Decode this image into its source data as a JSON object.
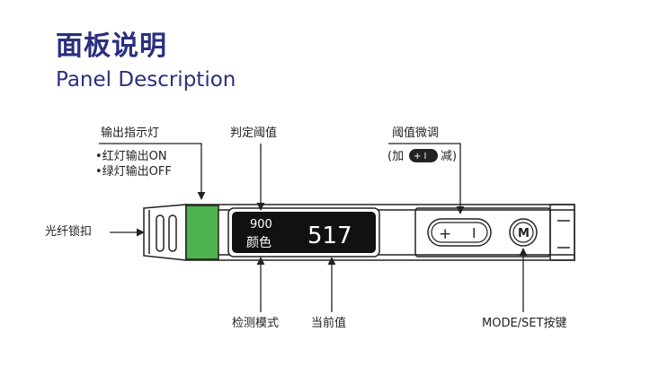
{
  "title": {
    "cn": "面板说明",
    "en": "Panel Description"
  },
  "labels": {
    "output_indicator": "输出指示灯",
    "red_light": "•红灯输出ON",
    "green_light": "•绿灯输出OFF",
    "threshold": "判定阈值",
    "fine_tune": "阈值微调",
    "fine_tune_hint_prefix": "(加",
    "fine_tune_hint_suffix": "减)",
    "fiber_lock": "光纤锁扣",
    "detection_mode": "检测模式",
    "current_value": "当前值",
    "mode_set": "MODE/SET按键"
  },
  "display": {
    "threshold_value": "900",
    "mode_value": "颜色",
    "current_value": "517"
  },
  "buttons": {
    "plus": "+",
    "minus": "I",
    "mode": "M"
  },
  "colors": {
    "title": "#2b2f80",
    "led_green": "#4fb34f",
    "display_bg": "#111111"
  }
}
